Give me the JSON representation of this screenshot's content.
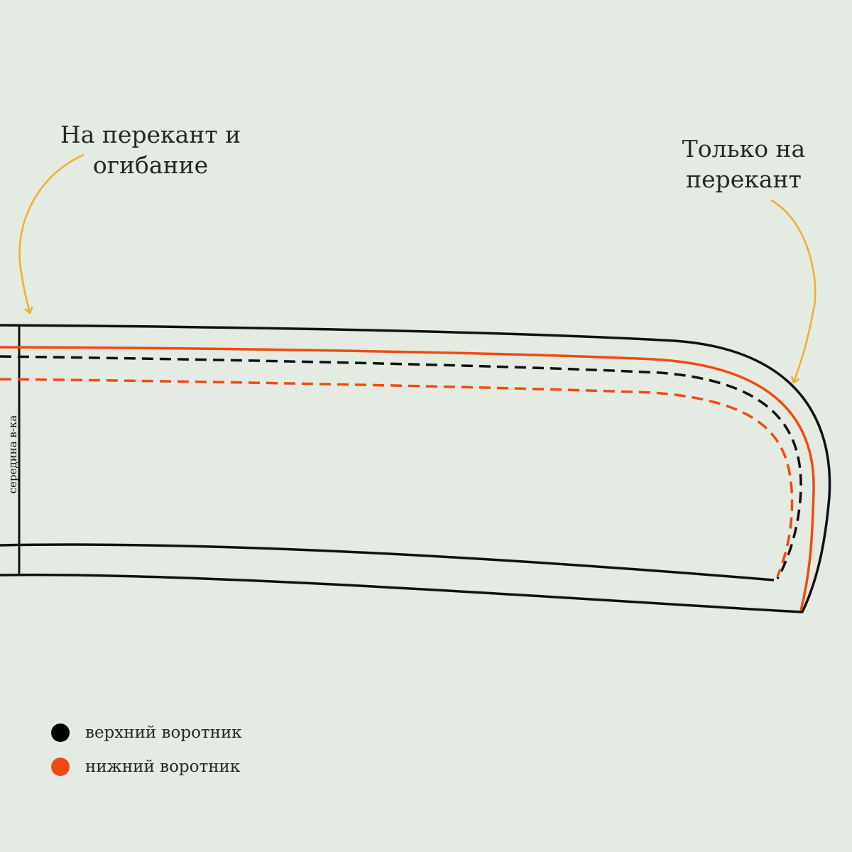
{
  "callouts": {
    "left": {
      "line1": "На перекант и",
      "line2": "огибание"
    },
    "right": {
      "line1": "Только на",
      "line2": "перекант"
    }
  },
  "center_label": "середина в-ка",
  "legend": [
    {
      "label": "верхний воротник",
      "color": "#000000"
    },
    {
      "label": "нижний воротник",
      "color": "#ef4a14"
    }
  ],
  "colors": {
    "background": "#e4ebe2",
    "arrow": "#f0ac33",
    "upper_collar": "#000000",
    "lower_collar": "#ef4a14"
  }
}
